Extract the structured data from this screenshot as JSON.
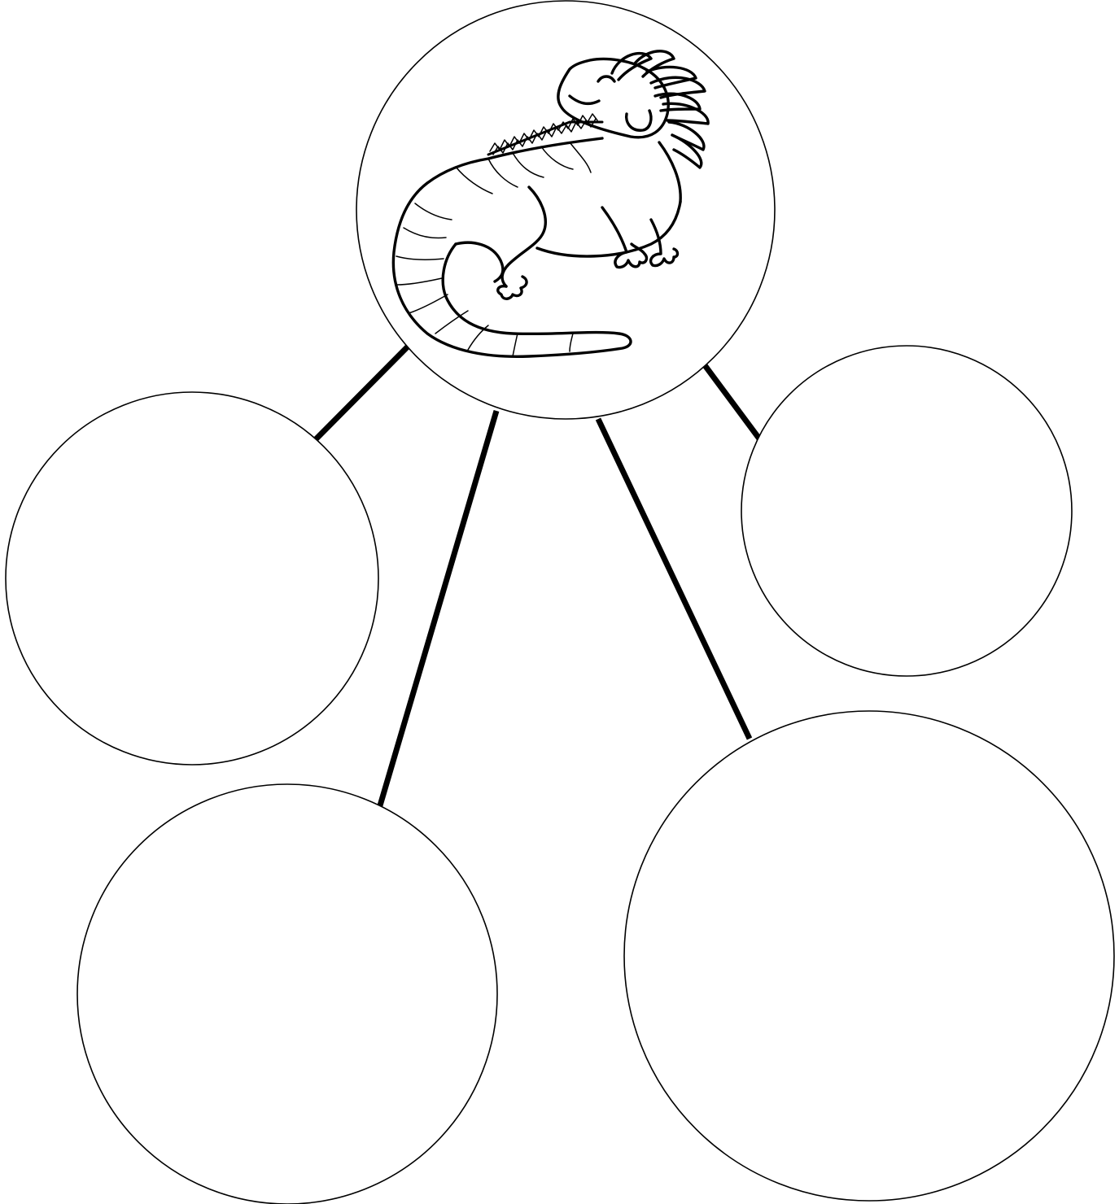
{
  "diagram": {
    "type": "bubble-map",
    "center_picture": "iguana",
    "empty_bubbles": 4,
    "colors": {
      "background": "#ffffff",
      "stroke": "#000000"
    }
  }
}
